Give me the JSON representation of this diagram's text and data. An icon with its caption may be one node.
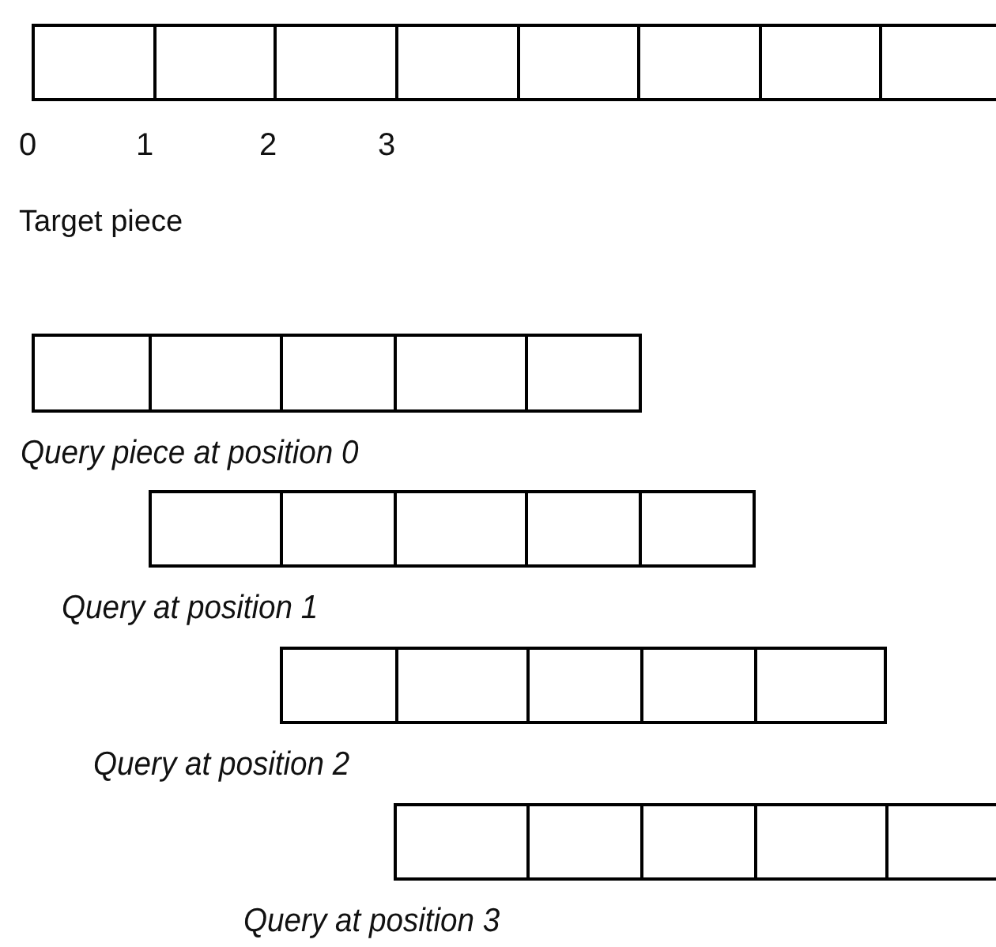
{
  "diagram": {
    "nodes": [
      {
        "text": [],
        "shape": "box"
      },
      {
        "text": [],
        "shape": "box"
      },
      {
        "text": [],
        "shape": "box"
      },
      {
        "text": [],
        "shape": "box"
      },
      {
        "text": [],
        "shape": "box"
      },
      {
        "text": [],
        "shape": "box"
      },
      {
        "text": [],
        "shape": "box"
      },
      {
        "text": [],
        "shape": "box"
      },
      {
        "text": [],
        "shape": "box"
      },
      {
        "text": [],
        "shape": "box"
      },
      {
        "text": [],
        "shape": "box"
      },
      {
        "text": [],
        "shape": "box"
      },
      {
        "text": [],
        "shape": "box"
      },
      {
        "text": [],
        "shape": "box"
      },
      {
        "text": [],
        "shape": "box"
      },
      {
        "text": [],
        "shape": "box"
      },
      {
        "text": [],
        "shape": "box"
      },
      {
        "text": [],
        "shape": "box"
      },
      {
        "text": [],
        "shape": "box"
      },
      {
        "text": [],
        "shape": "box"
      },
      {
        "text": [],
        "shape": "box"
      },
      {
        "text": [],
        "shape": "box"
      },
      {
        "text": [],
        "shape": "box"
      },
      {
        "text": [],
        "shape": "box"
      },
      {
        "text": [],
        "shape": "box"
      },
      {
        "text": [],
        "shape": "box"
      },
      {
        "text": [],
        "shape": "box"
      },
      {
        "text": [],
        "shape": "box"
      }
    ],
    "labels": [
      "0",
      "1",
      "2",
      "3",
      "Target piece",
      "Query piece at position 0",
      "Query at position 1",
      "Query at position 2",
      "Query at position 3"
    ]
  }
}
